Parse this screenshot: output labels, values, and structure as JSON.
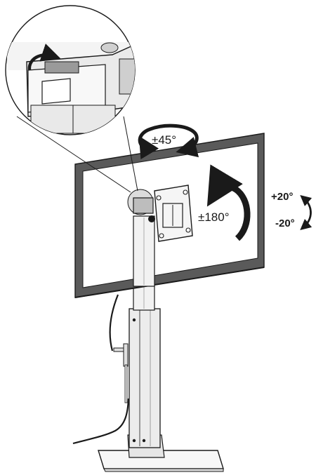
{
  "labels": {
    "swivel": "±45°",
    "rotation": "±180°",
    "tilt_up": "+20°",
    "tilt_down": "-20°"
  },
  "colors": {
    "line": "#1a1a1a",
    "bezel": "#5a5a5a",
    "screen": "#ffffff",
    "metal": "#e6e6e6",
    "shade": "#bdbdbd"
  },
  "icons": {
    "swivel": "curved-arrow-icon",
    "rotation": "circular-arrow-icon",
    "tilt": "double-curved-arrow-icon"
  }
}
